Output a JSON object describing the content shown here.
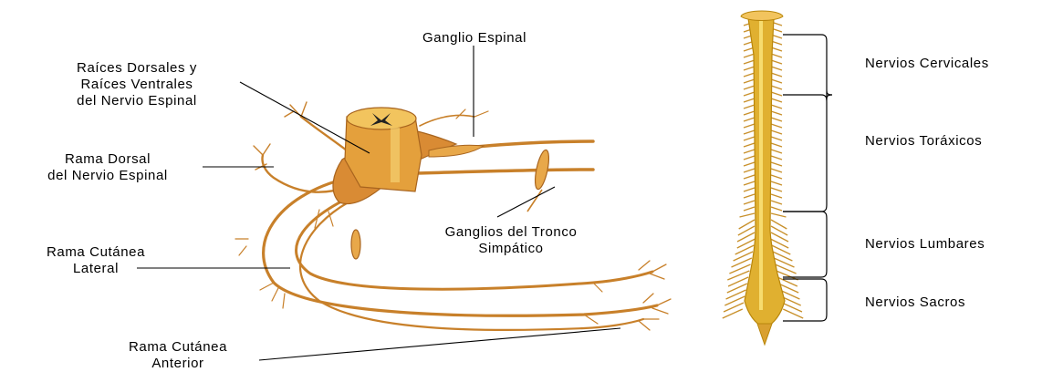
{
  "labels": {
    "ganglio_espinal": "Ganglio Espinal",
    "raices_line1": "Raíces Dorsales y",
    "raices_line2": "Raíces Ventrales",
    "raices_line3": "del Nervio Espinal",
    "rama_dorsal_line1": "Rama Dorsal",
    "rama_dorsal_line2": "del Nervio Espinal",
    "ganglios_tronco_line1": "Ganglios del Tronco",
    "ganglios_tronco_line2": "Simpático",
    "rama_lateral_line1": "Rama Cutánea",
    "rama_lateral_line2": "Lateral",
    "rama_anterior_line1": "Rama Cutánea",
    "rama_anterior_line2": "Anterior",
    "cervicales": "Nervios Cervicales",
    "toraxicos": "Nervios Toráxicos",
    "lumbares": "Nervios Lumbares",
    "sacros": "Nervios Sacros"
  },
  "colors": {
    "nerve": "#c8802a",
    "nerve_light": "#e8a84a",
    "cord": "#e0b030",
    "cord_light": "#f7dc6f",
    "line": "#000000"
  }
}
